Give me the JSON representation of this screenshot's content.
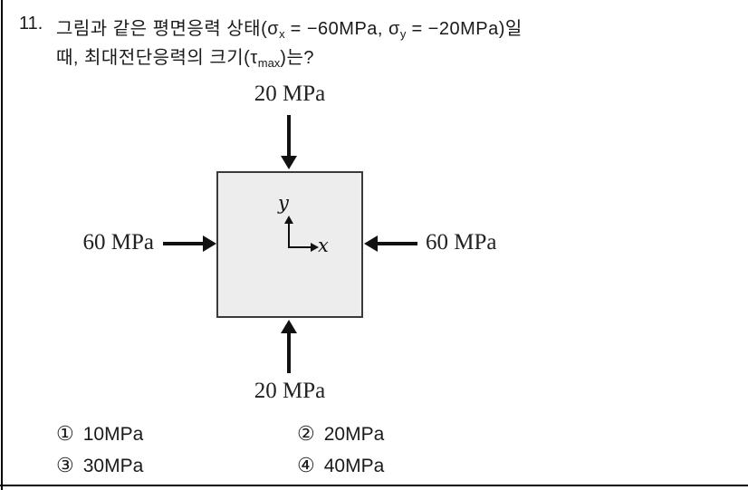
{
  "question": {
    "number": "11.",
    "line1": {
      "a": "그림과 같은 평면응력 상태(σ",
      "b": "x",
      "c": " = −60MPa, σ",
      "d": "y",
      "e": " = −20MPa)일"
    },
    "line2": {
      "a": "때, 최대전단응력의 크기(τ",
      "b": "max",
      "c": ")는?"
    }
  },
  "diagram": {
    "top_label": "20 MPa",
    "bottom_label": "20 MPa",
    "left_label": "60 MPa",
    "right_label": "60 MPa",
    "axis_x": "x",
    "axis_y": "y",
    "square_fill": "#ededed",
    "arrow_color": "#111111"
  },
  "choices": [
    {
      "marker": "①",
      "label": "10MPa"
    },
    {
      "marker": "②",
      "label": "20MPa"
    },
    {
      "marker": "③",
      "label": "30MPa"
    },
    {
      "marker": "④",
      "label": "40MPa"
    }
  ]
}
